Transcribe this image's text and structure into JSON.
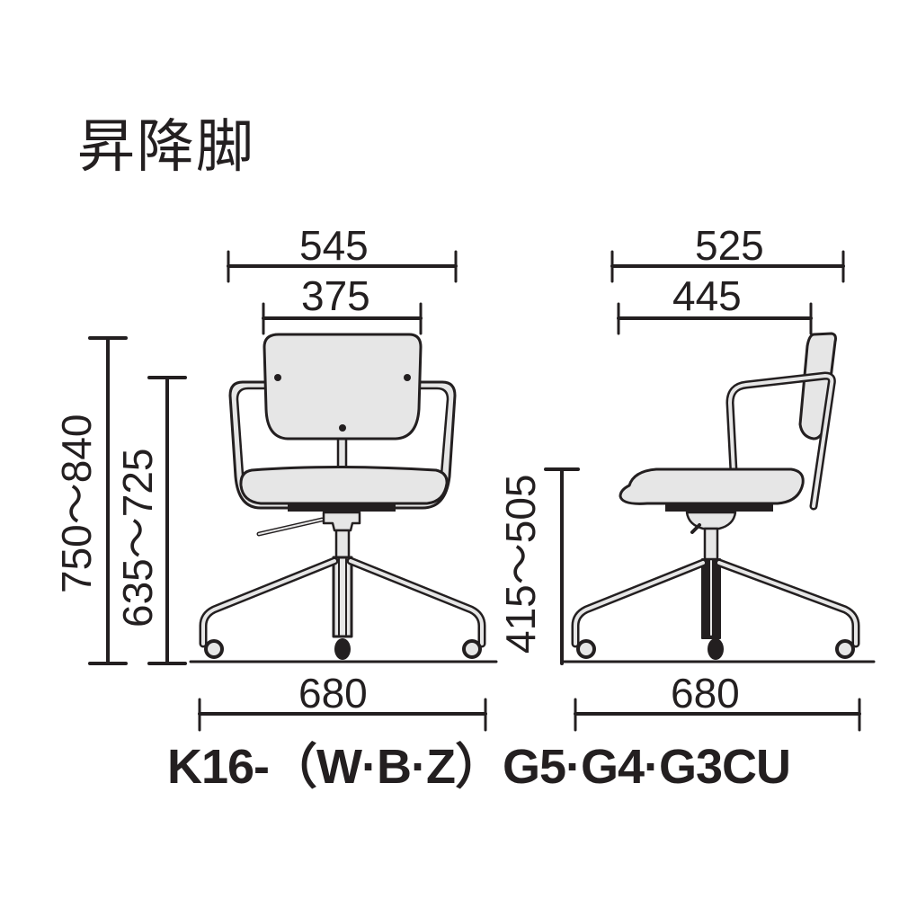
{
  "title": "昇降脚",
  "front_view": {
    "overall_width": "545",
    "back_width": "375",
    "base_width": "680",
    "overall_height": "750～840",
    "armrest_height": "635～725"
  },
  "side_view": {
    "overall_depth": "525",
    "seat_depth": "445",
    "base_width": "680",
    "seat_height": "415～505"
  },
  "model_number": "K16-（W·B·Z）G5·G4·G3CU",
  "colors": {
    "line": "#231f20",
    "fill": "#e6e6e6",
    "background": "#ffffff"
  }
}
